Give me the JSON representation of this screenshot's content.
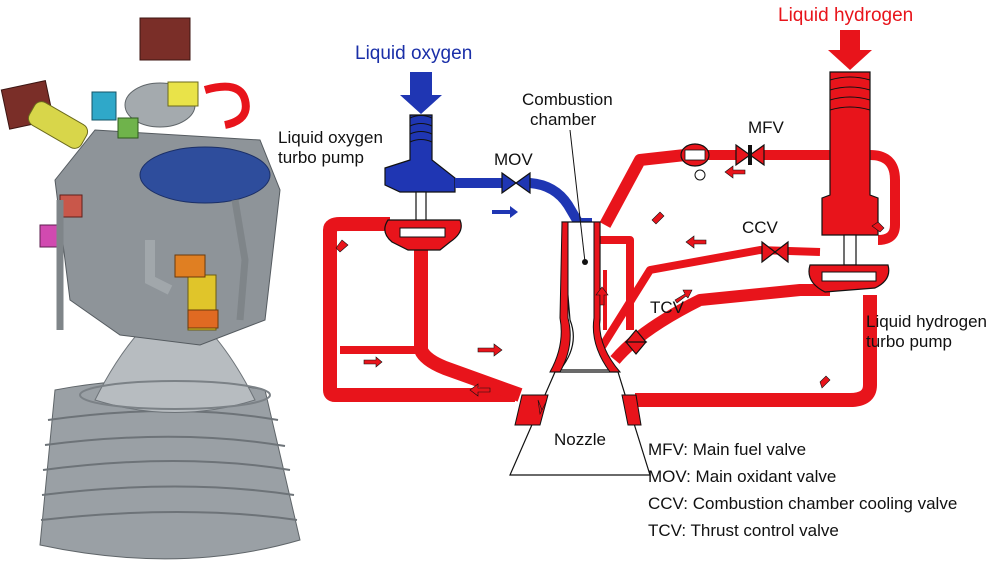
{
  "colors": {
    "hydrogen": "#e8141b",
    "oxygen": "#1f36b3",
    "engine_gray": "#8e9499",
    "outline": "#222222"
  },
  "inputs": {
    "oxygen_label": "Liquid oxygen",
    "hydrogen_label": "Liquid hydrogen"
  },
  "components": {
    "lox_pump_line1": "Liquid oxygen",
    "lox_pump_line2": "turbo pump",
    "lh2_pump_line1": "Liquid hydrogen",
    "lh2_pump_line2": "turbo pump",
    "chamber_line1": "Combustion",
    "chamber_line2": "chamber",
    "nozzle": "Nozzle"
  },
  "valves": {
    "mov": "MOV",
    "mfv": "MFV",
    "ccv": "CCV",
    "tcv": "TCV"
  },
  "legend": [
    "MFV: Main fuel valve",
    "MOV: Main oxidant valve",
    "CCV: Combustion chamber cooling valve",
    "TCV: Thrust control valve"
  ]
}
